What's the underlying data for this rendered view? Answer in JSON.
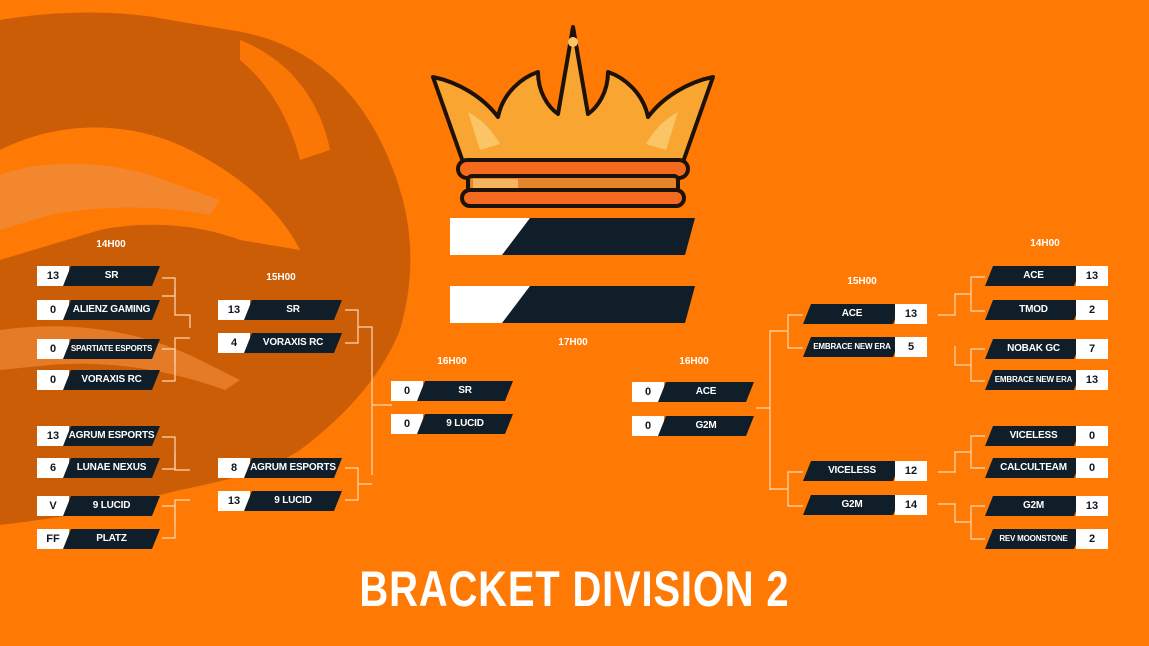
{
  "title": "BRACKET DIVISION 2",
  "colors": {
    "background": "#ff7a05",
    "bar_dark": "#0f1e28",
    "score_box": "#ffffff",
    "crown": "#f9a531"
  },
  "left": {
    "round1_time": "14H00",
    "round1": [
      {
        "score": "13",
        "team": "SR"
      },
      {
        "score": "0",
        "team": "ALIENZ GAMING"
      },
      {
        "score": "0",
        "team": "SPARTIATE ESPORTS"
      },
      {
        "score": "0",
        "team": "VORAXIS RC"
      },
      {
        "score": "13",
        "team": "AGRUM ESPORTS"
      },
      {
        "score": "6",
        "team": "LUNAE NEXUS"
      },
      {
        "score": "V",
        "team": "9 LUCID"
      },
      {
        "score": "FF",
        "team": "PLATZ"
      }
    ],
    "round2_time": "15H00",
    "round2": [
      {
        "score": "13",
        "team": "SR"
      },
      {
        "score": "4",
        "team": "VORAXIS RC"
      },
      {
        "score": "8",
        "team": "AGRUM ESPORTS"
      },
      {
        "score": "13",
        "team": "9 LUCID"
      }
    ],
    "semi_time": "16H00",
    "semi": [
      {
        "score": "0",
        "team": "SR"
      },
      {
        "score": "0",
        "team": "9 LUCID"
      }
    ]
  },
  "right": {
    "round1_time": "14H00",
    "round1": [
      {
        "team": "ACE",
        "score": "13"
      },
      {
        "team": "TMOD",
        "score": "2"
      },
      {
        "team": "NOBAK GC",
        "score": "7"
      },
      {
        "team": "EMBRACE NEW ERA",
        "score": "13"
      },
      {
        "team": "VICELESS",
        "score": "0"
      },
      {
        "team": "CALCULTEAM",
        "score": "0"
      },
      {
        "team": "G2M",
        "score": "13"
      },
      {
        "team": "REV MOONSTONE",
        "score": "2"
      }
    ],
    "round2_time": "15H00",
    "round2": [
      {
        "team": "ACE",
        "score": "13"
      },
      {
        "team": "EMBRACE NEW ERA",
        "score": "5"
      },
      {
        "team": "VICELESS",
        "score": "12"
      },
      {
        "team": "G2M",
        "score": "14"
      }
    ],
    "semi_time": "16H00",
    "semi": [
      {
        "score": "0",
        "team": "ACE"
      },
      {
        "score": "0",
        "team": "G2M"
      }
    ]
  },
  "final_time": "17H00"
}
